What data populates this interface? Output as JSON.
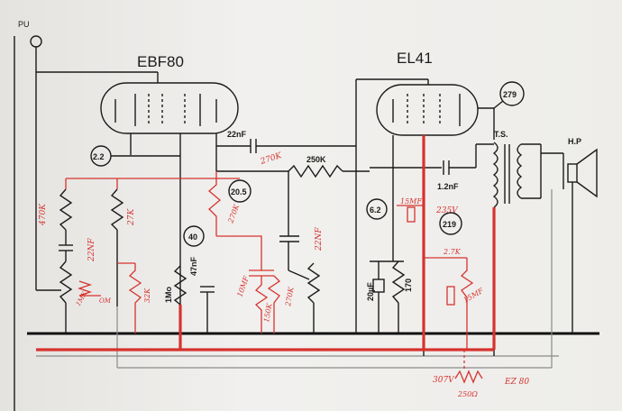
{
  "labels": {
    "pu": "PU"
  },
  "tubes": {
    "left": "EBF80",
    "right": "EL41"
  },
  "testpoints": {
    "tp1": "2.2",
    "tp2": "20.5",
    "tp3": "40",
    "tp4": "6.2",
    "tp5": "219",
    "tp6": "279"
  },
  "components": {
    "c_22nf": "22nF",
    "r_250k": "250K",
    "c_1_2nf": "1.2nF",
    "transformer": "T.S.",
    "speaker": "H.P",
    "r_1mo": "1Mo",
    "c_47nf": "47nF",
    "c_20uf": "20µF",
    "r_170": "170"
  },
  "handwritten": {
    "r_470k": "470K",
    "r_27k": "27K",
    "c_22nf_left": "22NF",
    "r_wk": "1MK",
    "om": "OM",
    "r_32k": "32K",
    "r_270k_top": "270K",
    "r_270k_vert": "270K",
    "c_10mf": "10MF",
    "r_150k": "150K",
    "r_270k_lower": "270K",
    "c_22nf_right": "22NF",
    "c_15mf_upper": "15MF",
    "v_235": "235V",
    "r_2_7k": "2.7K",
    "c_15mf_lower": "15MF",
    "v_307": "307V",
    "r_250": "250Ω",
    "rectifier": "EZ 80"
  }
}
